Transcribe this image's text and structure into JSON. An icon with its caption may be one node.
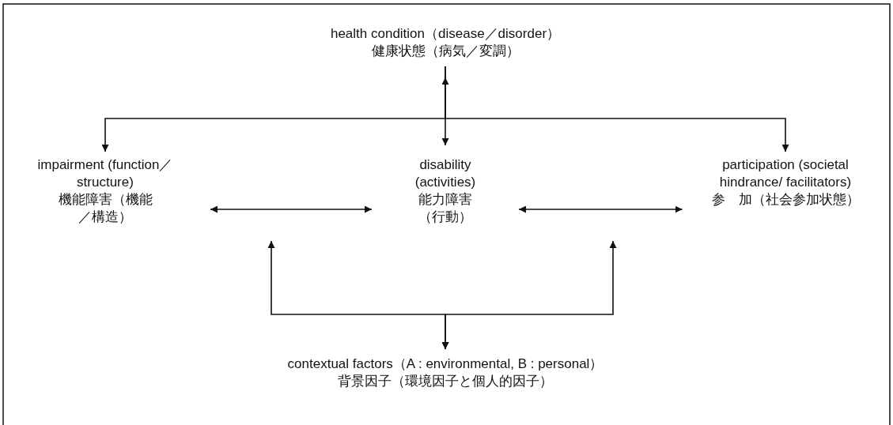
{
  "diagram": {
    "nodes": [
      {
        "text": [
          "health condition（disease／disorder）",
          "健康状態（病気／変調）"
        ]
      },
      {
        "text": [
          "impairment (function／structure)",
          "機能障害（機能／構造）"
        ]
      },
      {
        "text": [
          "disability (activities)",
          "能力障害（行動）"
        ]
      },
      {
        "text": [
          "participation (societal hindrance/ facilitators)",
          "参　加（社会参加状態）"
        ]
      },
      {
        "text": [
          "contextual factors（A : environmental, B : personal）",
          "背景因子（環境因子と個人的因子）"
        ]
      }
    ],
    "edges": [
      {
        "from": 0,
        "to": 2,
        "arrow": "both"
      },
      {
        "from": 0,
        "to": 1,
        "arrow": "to"
      },
      {
        "from": 0,
        "to": 3,
        "arrow": "to"
      },
      {
        "from": 1,
        "to": 2,
        "arrow": "both"
      },
      {
        "from": 2,
        "to": 3,
        "arrow": "both"
      },
      {
        "from": 4,
        "to": null,
        "arrow": "both"
      },
      {
        "from": 4,
        "to": null,
        "arrow": "both"
      }
    ]
  }
}
